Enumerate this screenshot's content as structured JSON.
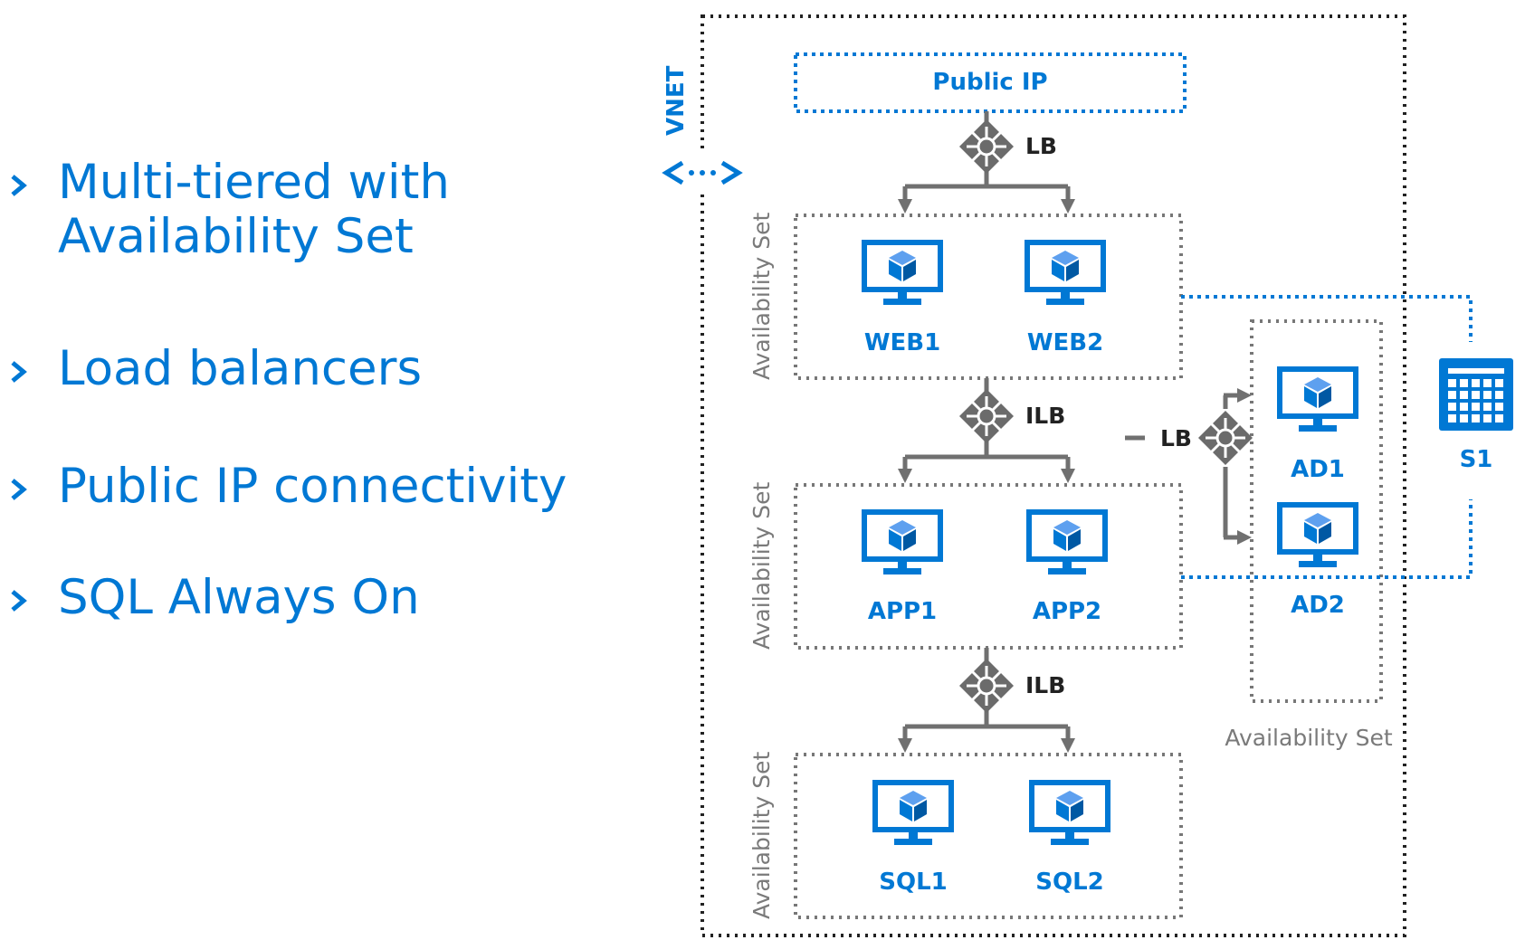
{
  "bullets": [
    {
      "line1": "Multi-tiered with",
      "line2": "Availability Set"
    },
    {
      "line1": "Load balancers"
    },
    {
      "line1": "Public IP connectivity"
    },
    {
      "line1": "SQL Always On"
    }
  ],
  "diagram": {
    "vnet_label": "VNET",
    "public_ip": "Public IP",
    "availability_set_label": "Availability Set",
    "load_balancers": {
      "lb_top": "LB",
      "ilb_1": "ILB",
      "ilb_2": "ILB",
      "lb_ad": "LB"
    },
    "vms": {
      "web1": "WEB1",
      "web2": "WEB2",
      "app1": "APP1",
      "app2": "APP2",
      "sql1": "SQL1",
      "sql2": "SQL2",
      "ad1": "AD1",
      "ad2": "AD2"
    },
    "storage": "S1"
  },
  "colors": {
    "accent": "#0078d4",
    "gray": "#707070",
    "dark": "#222222"
  }
}
